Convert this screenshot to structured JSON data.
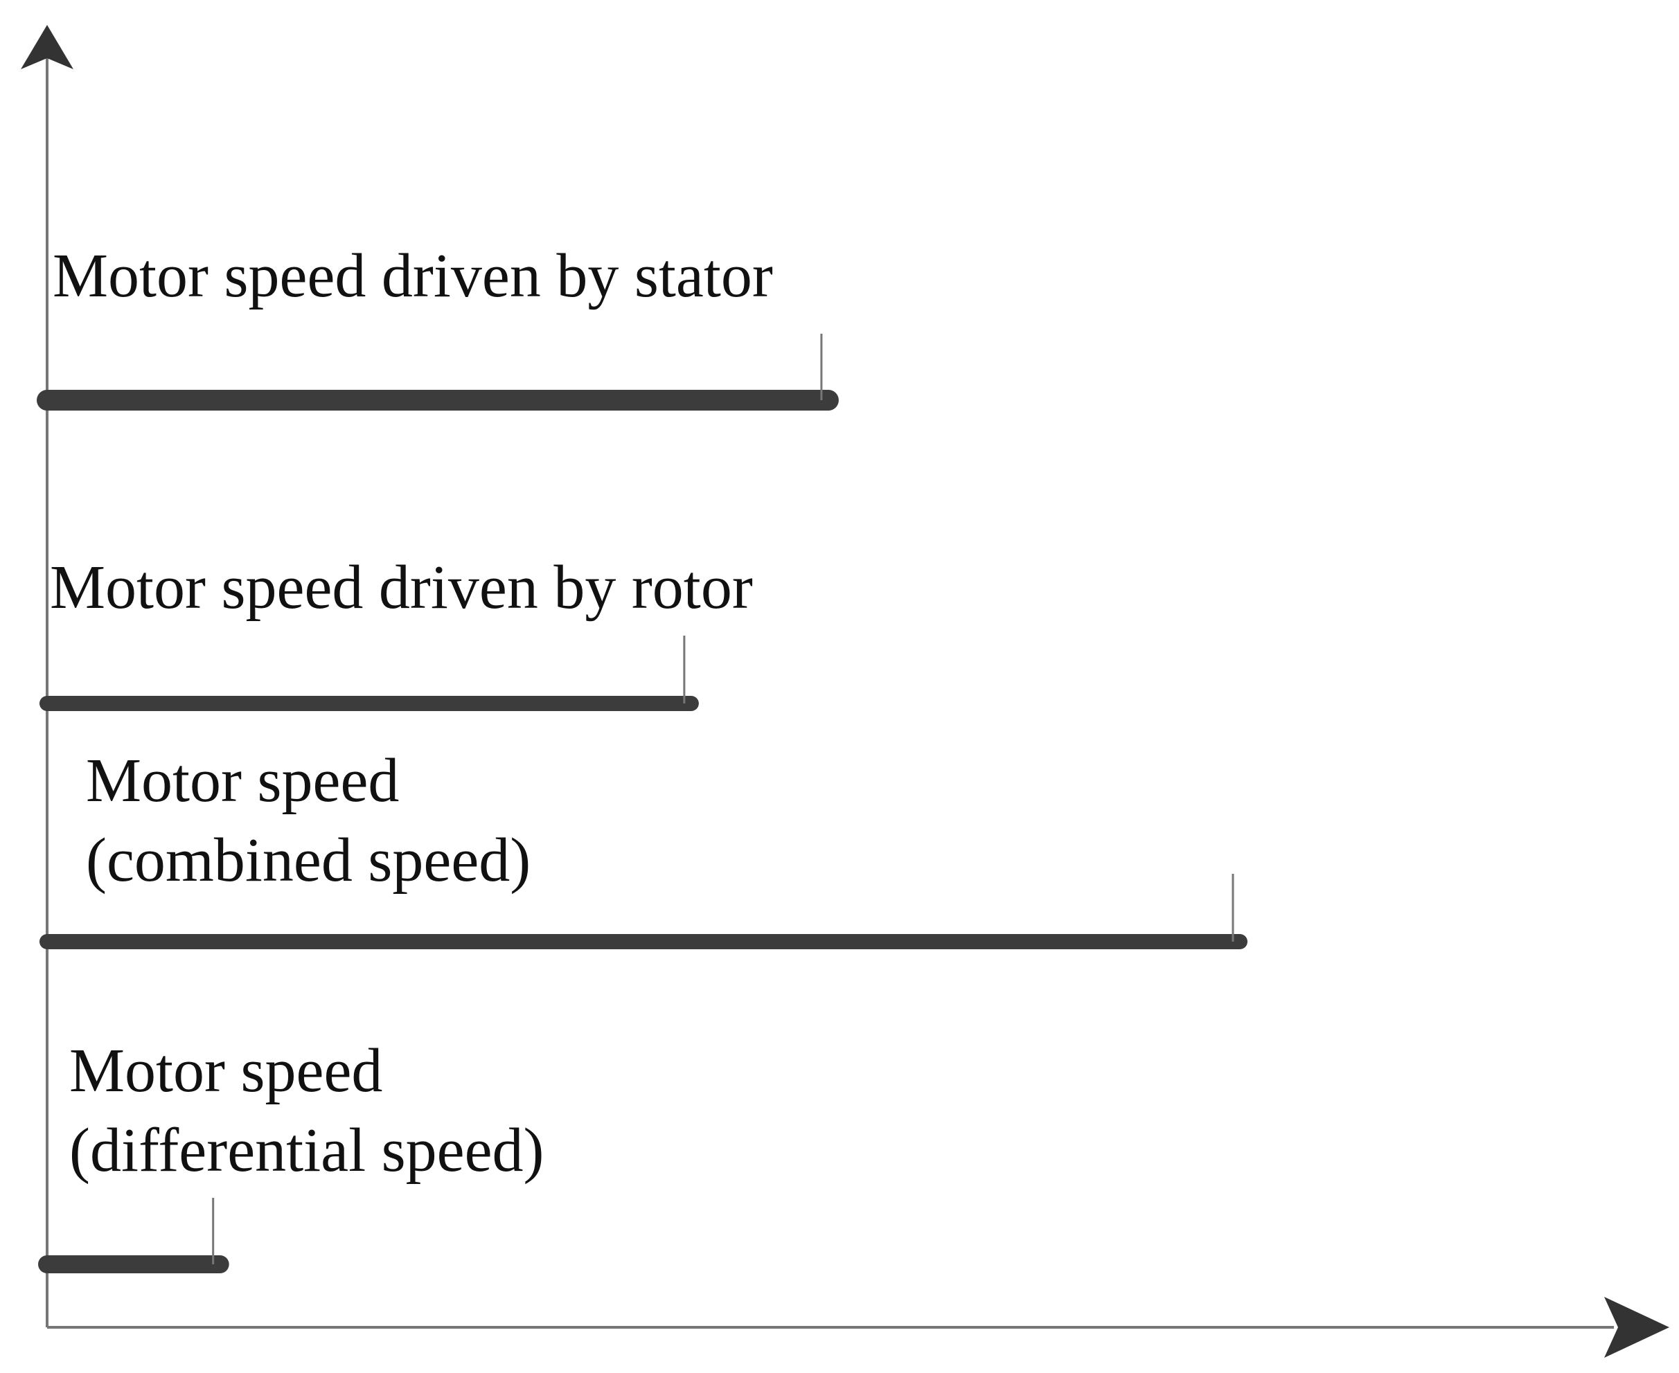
{
  "diagram": {
    "bars": [
      {
        "id": "stator",
        "lines": [
          "Motor speed driven by stator"
        ],
        "speed": 0.655
      },
      {
        "id": "rotor",
        "lines": [
          "Motor speed driven by rotor"
        ],
        "speed": 0.54
      },
      {
        "id": "combined",
        "lines": [
          "Motor speed",
          "(combined speed)"
        ],
        "speed": 1.0
      },
      {
        "id": "differential",
        "lines": [
          "Motor speed",
          "(differential speed)"
        ],
        "speed": 0.145
      }
    ],
    "colors": {
      "axis": "#777777",
      "bar": "#3c3c3c",
      "arrow": "#333333",
      "text": "#111111"
    }
  }
}
